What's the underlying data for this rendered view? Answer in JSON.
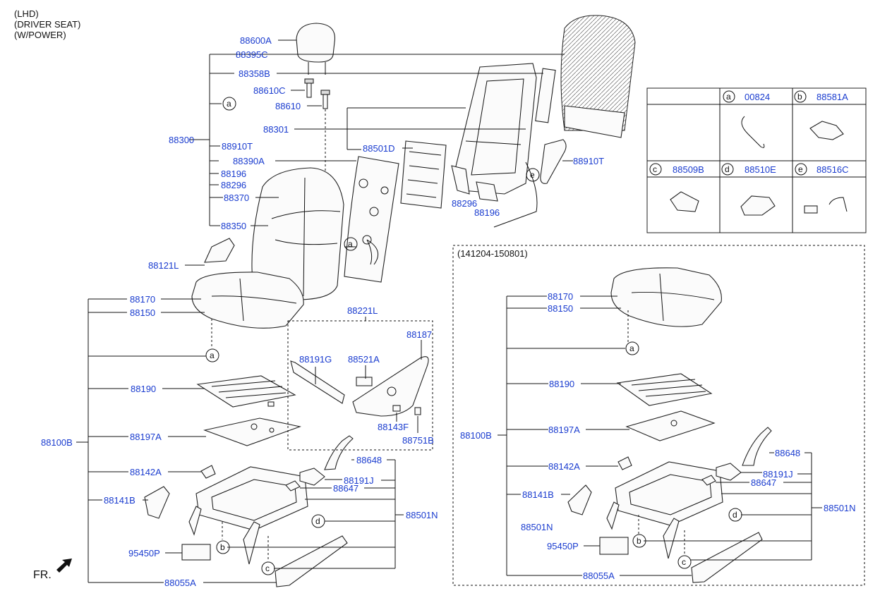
{
  "notes": [
    "(LHD)",
    "(DRIVER SEAT)",
    "(W/POWER)"
  ],
  "labels": {
    "l88600A": "88600A",
    "l88395C": "88395C",
    "l88358B": "88358B",
    "l88610C": "88610C",
    "l88610": "88610",
    "l88301": "88301",
    "l88300": "88300",
    "l88910T_a": "88910T",
    "l88501D": "88501D",
    "l88390A": "88390A",
    "l88910T_b": "88910T",
    "l88196_a": "88196",
    "l88296_a": "88296",
    "l88370": "88370",
    "l88296_b": "88296",
    "l88196_b": "88196",
    "l88350": "88350",
    "l88121L": "88121L",
    "l88170": "88170",
    "l88150": "88150",
    "l88221L": "88221L",
    "l88187": "88187",
    "l88191G": "88191G",
    "l88521A": "88521A",
    "l88190": "88190",
    "l88143F": "88143F",
    "l88197A": "88197A",
    "l88751B": "88751B",
    "l88100B": "88100B",
    "l88648": "88648",
    "l88142A": "88142A",
    "l88191J": "88191J",
    "l88647": "88647",
    "l88141B": "88141B",
    "l88501N": "88501N",
    "l95450P": "95450P",
    "l88055A": "88055A"
  },
  "refs": {
    "a": "a",
    "b": "b",
    "c": "c",
    "d": "d",
    "e": "e"
  },
  "legend": {
    "a_code": "00824",
    "b_code": "88581A",
    "c_code": "88509B",
    "d_code": "88510E",
    "e_code": "88516C"
  },
  "alt": {
    "period": "(141204-150801)",
    "l88170": "88170",
    "l88150": "88150",
    "l88190": "88190",
    "l88100B": "88100B",
    "l88197A": "88197A",
    "l88648": "88648",
    "l88142A": "88142A",
    "l88191J": "88191J",
    "l88647": "88647",
    "l88141B": "88141B",
    "l88501N_a": "88501N",
    "l88501N_b": "88501N",
    "l95450P": "95450P",
    "l88055A": "88055A"
  },
  "fr": "FR.",
  "colors": {
    "label": "#1a3ccf",
    "line": "#111111"
  }
}
